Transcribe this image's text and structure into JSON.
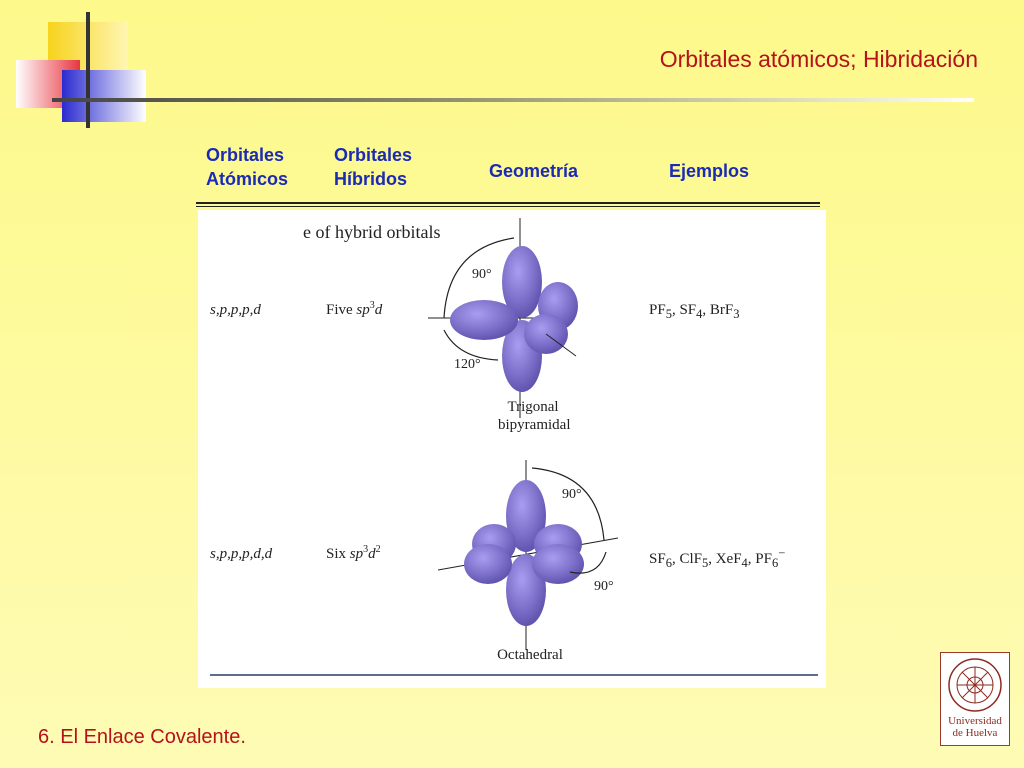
{
  "slide": {
    "title": "Orbitales atómicos; Hibridación",
    "footer": "6. El Enlace Covalente."
  },
  "table": {
    "headers": [
      {
        "line1": "Orbitales",
        "line2": "Atómicos"
      },
      {
        "line1": "Orbitales",
        "line2": "Híbridos"
      },
      {
        "line1": "Geometría"
      },
      {
        "line1": "Ejemplos"
      }
    ],
    "caption_fragment": "e of hybrid orbitals",
    "rows": [
      {
        "atomic": "s,p,p,p,d",
        "hybrid_count": "Five",
        "hybrid": "sp",
        "hybrid_sup1": "3",
        "hybrid_tail": "d",
        "geometry_line1": "Trigonal",
        "geometry_line2": "bipyramidal",
        "angle_a": "90°",
        "angle_b": "120°",
        "examples": "PF5, SF4, BrF3"
      },
      {
        "atomic": "s,p,p,p,d,d",
        "hybrid_count": "Six",
        "hybrid": "sp",
        "hybrid_sup1": "3",
        "hybrid_tail": "d",
        "hybrid_sup2": "2",
        "geometry_line1": "Octahedral",
        "angle_a": "90°",
        "angle_b": "90°",
        "examples": "SF6, ClF5, XeF4, PF6−"
      }
    ]
  },
  "logo": {
    "line1": "Universidad",
    "line2": "de Huelva"
  },
  "colors": {
    "title": "#b5121b",
    "header": "#1b2bb5",
    "orbital": "#7b6fc9"
  }
}
